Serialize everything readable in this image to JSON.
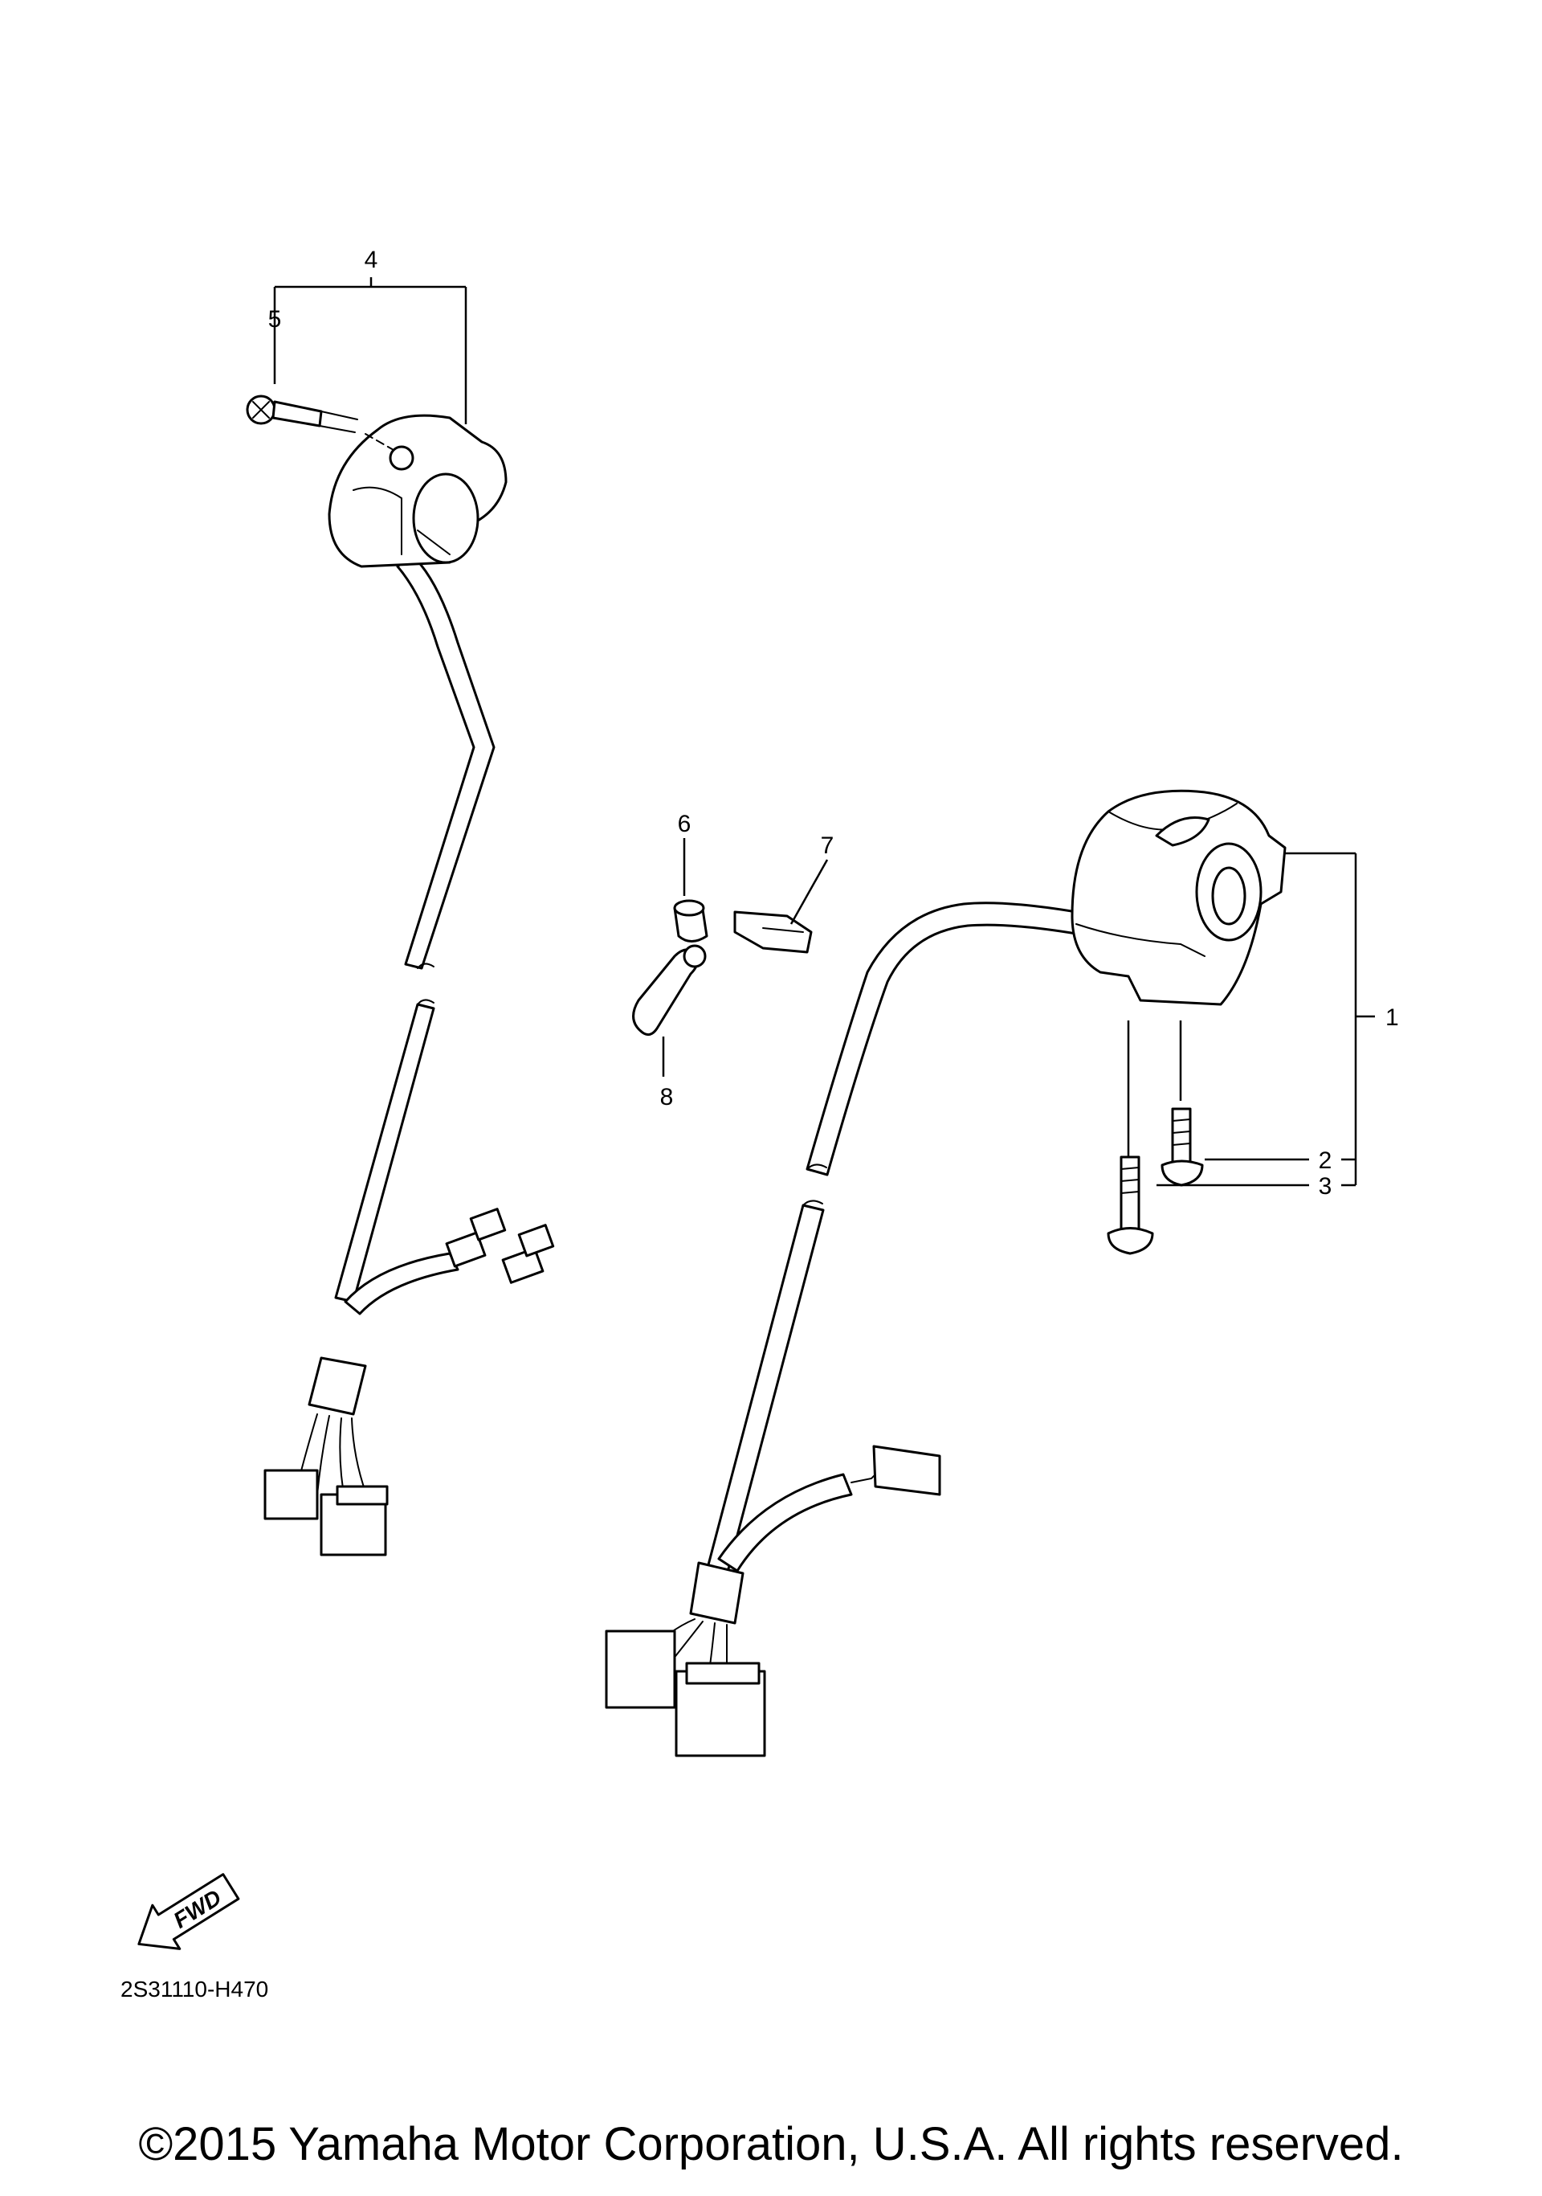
{
  "callouts": [
    "1",
    "2",
    "3",
    "4",
    "5",
    "6",
    "7",
    "8"
  ],
  "fwd_label": "FWD",
  "diagram_code": "2S31110-H470",
  "copyright": "©2015 Yamaha Motor Corporation, U.S.A. All rights reserved."
}
